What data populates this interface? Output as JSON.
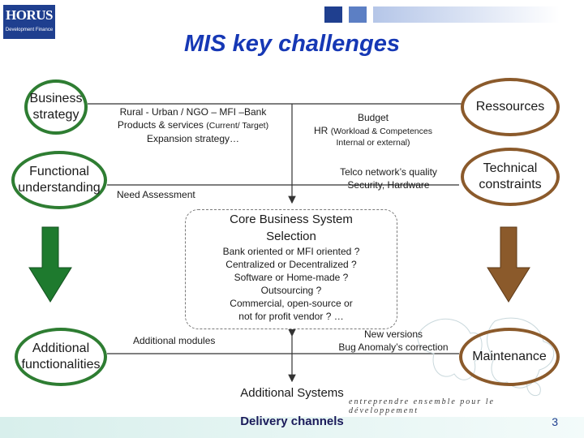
{
  "logo": {
    "brand": "HORUS",
    "tagline": "Development Finance"
  },
  "title": "MIS key challenges",
  "colors": {
    "title": "#1638b5",
    "green": "#2e7d32",
    "brown": "#8b5a2b"
  },
  "ovals": {
    "business_strategy": "Business strategy",
    "functional_understanding": "Functional understanding",
    "additional_functionalities": "Additional functionalities",
    "ressources": "Ressources",
    "technical_constraints": "Technical constraints",
    "maintenance": "Maintenance"
  },
  "texts": {
    "rural_1": "Rural - Urban / NGO – MFI –Bank",
    "rural_2a": "Products & services ",
    "rural_2b": "(Current/ Target)",
    "rural_3": "Expansion strategy…",
    "budget": "Budget",
    "hr_a": "HR ",
    "hr_b": "(Workload & Competences",
    "hr_c": "Internal or external)",
    "need_assessment": "Need Assessment",
    "telco_1": "Telco network’s quality",
    "telco_2": "Security, Hardware",
    "additional_modules": "Additional modules",
    "new_versions": "New versions",
    "bug_correction": "Bug Anomaly’s correction"
  },
  "core": {
    "heading_1": "Core Business System",
    "heading_2": "Selection",
    "lines": [
      "Bank oriented or MFI oriented ?",
      "Centralized or Decentralized ?",
      "Software or Home-made ?",
      "Outsourcing ?",
      "Commercial, open-source or",
      "not for profit vendor ? …"
    ]
  },
  "additional_systems": "Additional Systems",
  "slogan": "entreprendre ensemble pour le développement",
  "delivery_channels": "Delivery channels",
  "page_number": "3"
}
